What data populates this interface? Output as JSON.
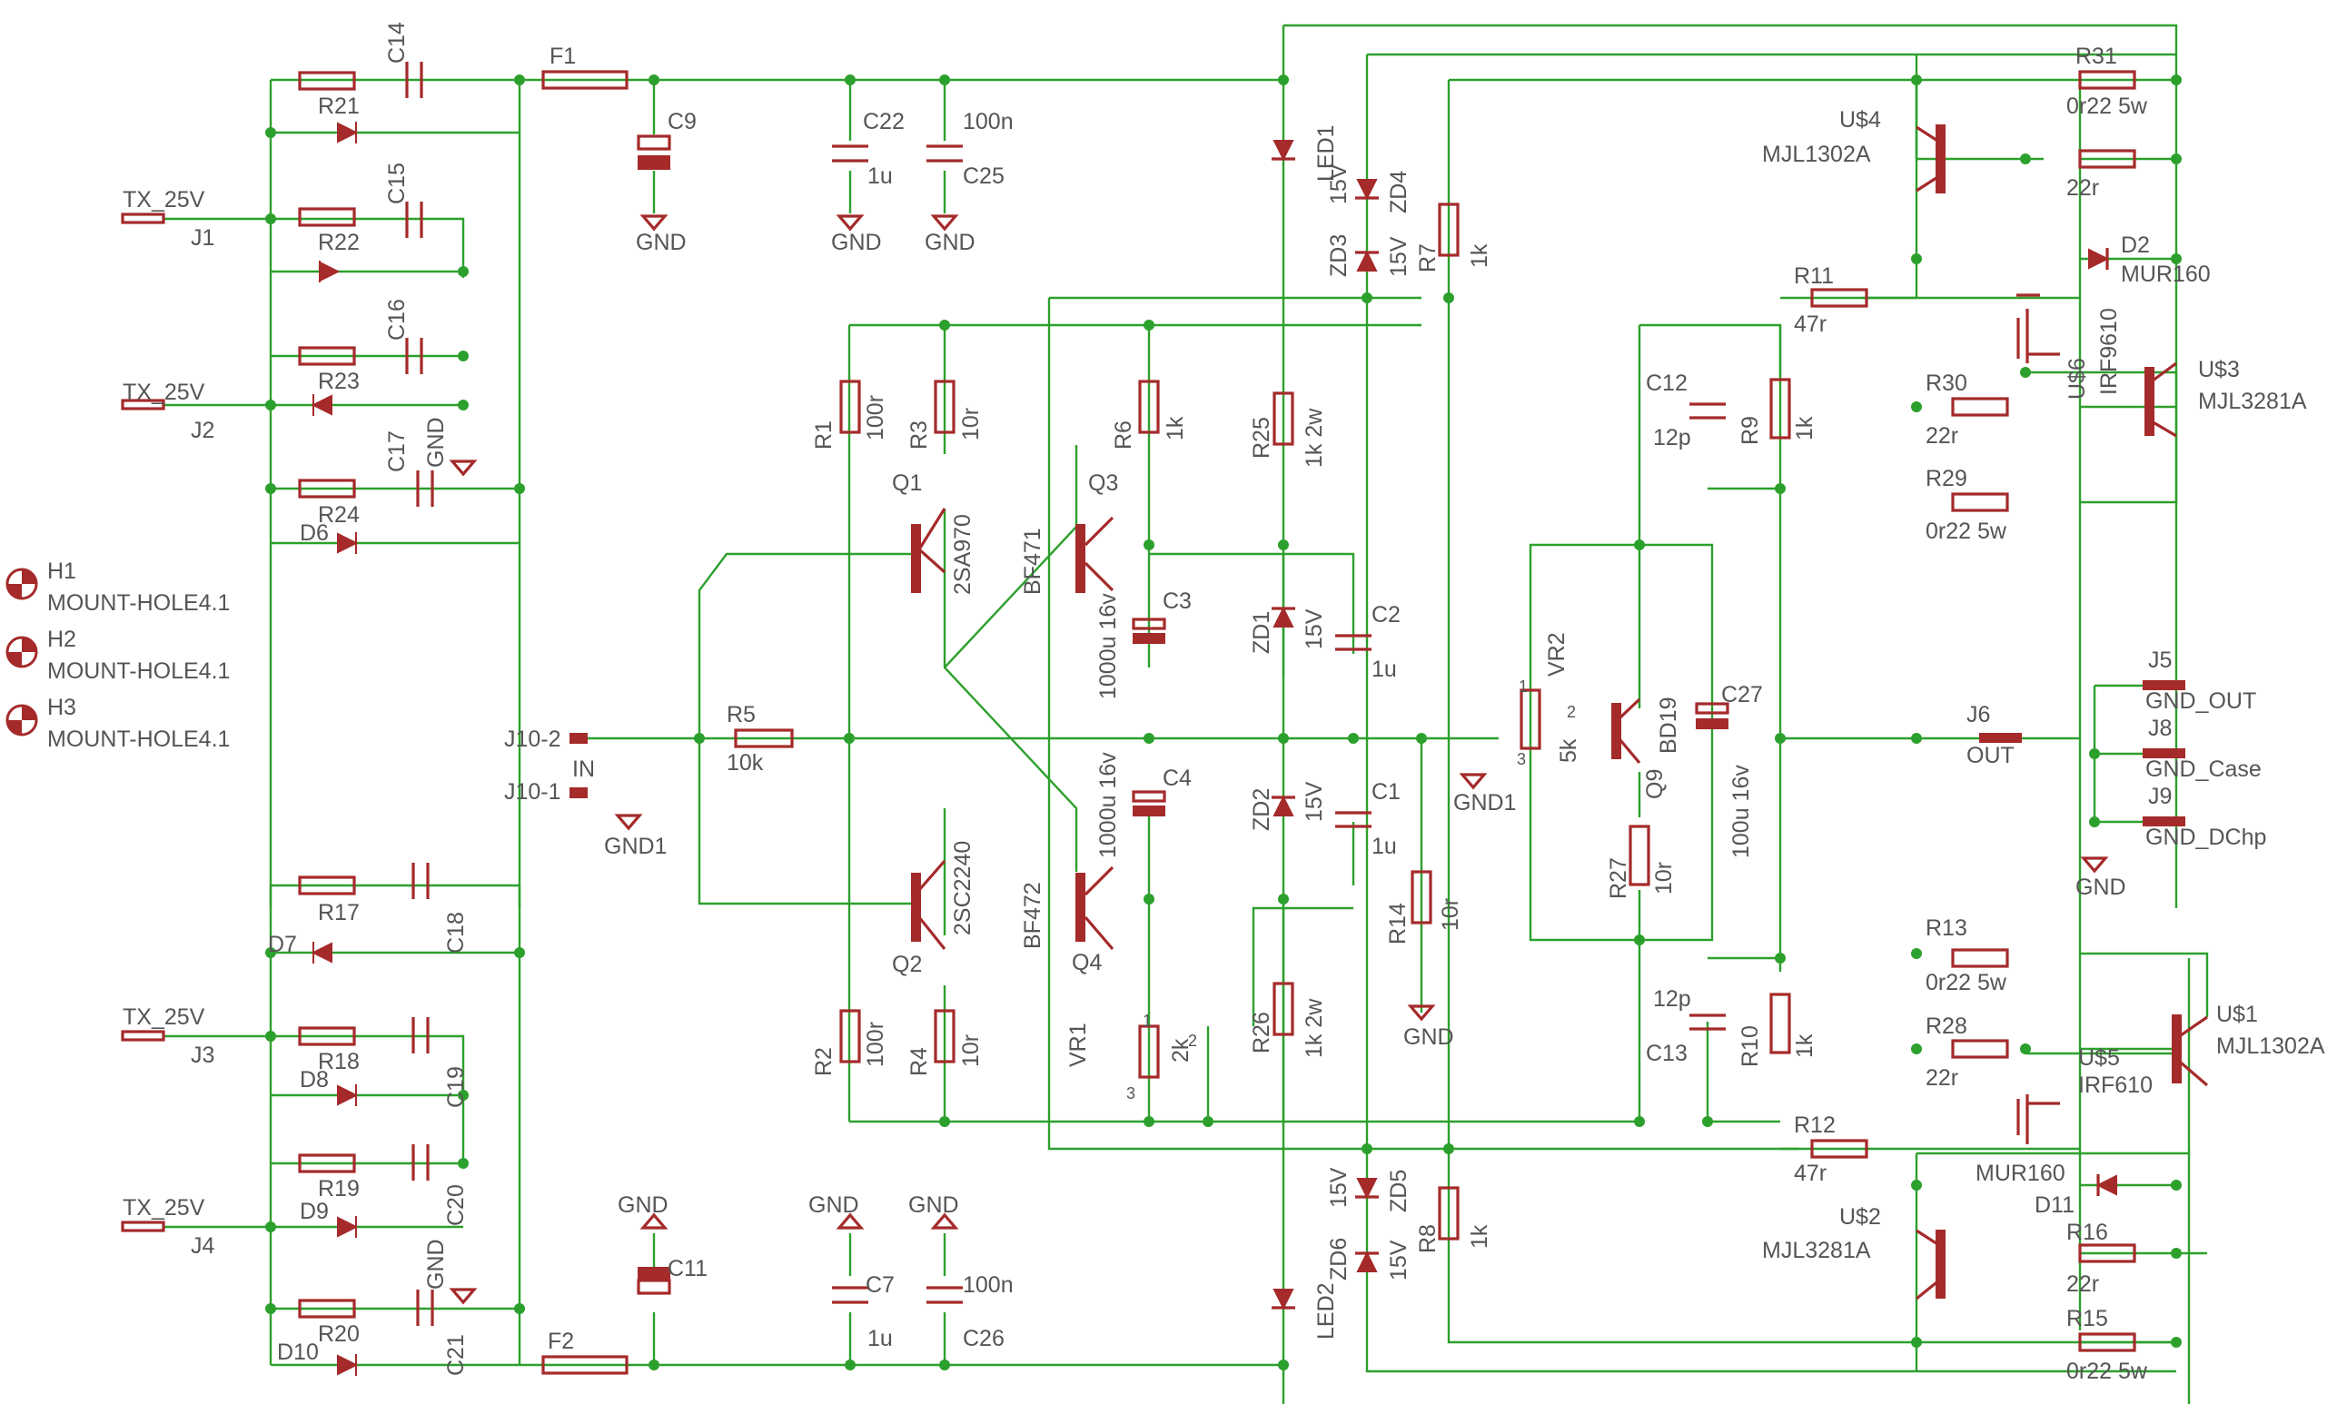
{
  "connectors": {
    "j1": {
      "net": "TX_25V",
      "ref": "J1"
    },
    "j2": {
      "net": "TX_25V",
      "ref": "J2"
    },
    "j3": {
      "net": "TX_25V",
      "ref": "J3"
    },
    "j4": {
      "net": "TX_25V",
      "ref": "J4"
    },
    "j10_2": "J10-2",
    "j10_1": "J10-1",
    "in": "IN",
    "j5": {
      "ref": "J5",
      "net": "GND_OUT"
    },
    "j8": {
      "ref": "J8",
      "net": "GND_Case"
    },
    "j9": {
      "ref": "J9",
      "net": "GND_DChp"
    },
    "j6": {
      "ref": "J6",
      "net": "OUT"
    }
  },
  "mounting_holes": [
    {
      "ref": "H1",
      "value": "MOUNT-HOLE4.1"
    },
    {
      "ref": "H2",
      "value": "MOUNT-HOLE4.1"
    },
    {
      "ref": "H3",
      "value": "MOUNT-HOLE4.1"
    }
  ],
  "grounds": {
    "gnd": "GND",
    "gnd1": "GND1"
  },
  "resistors": {
    "r1": {
      "ref": "R1",
      "value": "100r"
    },
    "r2": {
      "ref": "R2",
      "value": "100r"
    },
    "r3": {
      "ref": "R3",
      "value": "10r"
    },
    "r4": {
      "ref": "R4",
      "value": "10r"
    },
    "r5": {
      "ref": "R5",
      "value": "10k"
    },
    "r6": {
      "ref": "R6",
      "value": "1k"
    },
    "r7": {
      "ref": "R7",
      "value": "1k"
    },
    "r8": {
      "ref": "R8",
      "value": "1k"
    },
    "r9": {
      "ref": "R9",
      "value": "1k"
    },
    "r10": {
      "ref": "R10",
      "value": "1k"
    },
    "r11": {
      "ref": "R11",
      "value": "47r"
    },
    "r12": {
      "ref": "R12",
      "value": "47r"
    },
    "r13": {
      "ref": "R13",
      "value": "0r22 5w"
    },
    "r14": {
      "ref": "R14",
      "value": "10r"
    },
    "r15": {
      "ref": "R15",
      "value": "0r22 5w"
    },
    "r16": {
      "ref": "R16",
      "value": "22r"
    },
    "r17": {
      "ref": "R17"
    },
    "r18": {
      "ref": "R18"
    },
    "r19": {
      "ref": "R19"
    },
    "r20": {
      "ref": "R20"
    },
    "r21": {
      "ref": "R21"
    },
    "r22": {
      "ref": "R22"
    },
    "r23": {
      "ref": "R23"
    },
    "r24": {
      "ref": "R24"
    },
    "r25": {
      "ref": "R25",
      "value": "1k 2w"
    },
    "r26": {
      "ref": "R26",
      "value": "1k 2w"
    },
    "r27": {
      "ref": "R27",
      "value": "10r"
    },
    "r28": {
      "ref": "R28",
      "value": "22r"
    },
    "r29": {
      "ref": "R29",
      "value": "0r22 5w"
    },
    "r30": {
      "ref": "R30",
      "value": "22r"
    },
    "r31": {
      "ref": "R31",
      "value": "0r22 5w"
    }
  },
  "capacitors": {
    "c1": {
      "ref": "C1",
      "value": "1u"
    },
    "c2": {
      "ref": "C2",
      "value": "1u"
    },
    "c3": {
      "ref": "C3",
      "value": "1000u 16v"
    },
    "c4": {
      "ref": "C4",
      "value": "1000u 16v"
    },
    "c7": {
      "ref": "C7",
      "value": "1u"
    },
    "c9": {
      "ref": "C9"
    },
    "c11": {
      "ref": "C11"
    },
    "c12": {
      "ref": "C12",
      "value": "12p"
    },
    "c13": {
      "ref": "C13",
      "value": "12p"
    },
    "c14": {
      "ref": "C14"
    },
    "c15": {
      "ref": "C15"
    },
    "c16": {
      "ref": "C16"
    },
    "c17": {
      "ref": "C17"
    },
    "c18": {
      "ref": "C18"
    },
    "c19": {
      "ref": "C19"
    },
    "c20": {
      "ref": "C20"
    },
    "c21": {
      "ref": "C21"
    },
    "c22": {
      "ref": "C22",
      "value": "1u"
    },
    "c25": {
      "ref": "C25",
      "value": "100n"
    },
    "c26": {
      "ref": "C26",
      "value": "100n"
    },
    "c27": {
      "ref": "C27",
      "value": "100u 16v"
    }
  },
  "diodes": {
    "d2": {
      "ref": "D2",
      "value": "MUR160"
    },
    "d6": {
      "ref": "D6"
    },
    "d7": {
      "ref": "D7"
    },
    "d8": {
      "ref": "D8"
    },
    "d9": {
      "ref": "D9"
    },
    "d10": {
      "ref": "D10"
    },
    "d11": {
      "ref": "D11",
      "value": "MUR160"
    },
    "zd1": {
      "ref": "ZD1",
      "value": "15V"
    },
    "zd2": {
      "ref": "ZD2",
      "value": "15V"
    },
    "zd3": {
      "ref": "ZD3",
      "value": "15V"
    },
    "zd4": {
      "ref": "ZD4",
      "value": "15V"
    },
    "zd5": {
      "ref": "ZD5",
      "value": "15V"
    },
    "zd6": {
      "ref": "ZD6",
      "value": "15V"
    },
    "led1": {
      "ref": "LED1"
    },
    "led2": {
      "ref": "LED2"
    }
  },
  "fuses": {
    "f1": "F1",
    "f2": "F2"
  },
  "transistors": {
    "q1": {
      "ref": "Q1",
      "value": "2SA970"
    },
    "q2": {
      "ref": "Q2",
      "value": "2SC2240"
    },
    "q3": {
      "ref": "Q3",
      "value": "BF471"
    },
    "q4": {
      "ref": "Q4",
      "value": "BF472"
    },
    "q9": {
      "ref": "Q9",
      "value": "BD19"
    },
    "u1": {
      "ref": "U$1",
      "value": "MJL1302A"
    },
    "u2": {
      "ref": "U$2",
      "value": "MJL3281A"
    },
    "u3": {
      "ref": "U$3",
      "value": "MJL3281A"
    },
    "u4": {
      "ref": "U$4",
      "value": "MJL1302A"
    },
    "u5": {
      "ref": "U$5",
      "value": "IRF610"
    },
    "u6": {
      "ref": "U$6",
      "value": "IRF9610"
    }
  },
  "pots": {
    "vr1": {
      "ref": "VR1",
      "value": "2k"
    },
    "vr2": {
      "ref": "VR2",
      "value": "5k"
    }
  },
  "pins": {
    "p1": "1",
    "p2": "2",
    "p3": "3"
  }
}
